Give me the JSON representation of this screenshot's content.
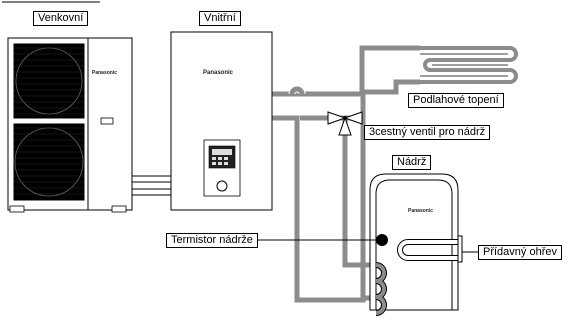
{
  "labels": {
    "outdoor": "Venkovní",
    "indoor": "Vnitřní",
    "floor_heating": "Podlahové topení",
    "valve": "3cestný ventil pro nádrž",
    "tank": "Nádrž",
    "tank_thermistor": "Termistor nádrže",
    "booster_heater": "Přídavný ohřev"
  },
  "brand": {
    "outdoor": "Panasonic",
    "indoor": "Panasonic",
    "tank": "Panasonic"
  },
  "colors": {
    "pipe": "#8c8c8c",
    "outline": "#000000",
    "indicator": "#000000"
  }
}
